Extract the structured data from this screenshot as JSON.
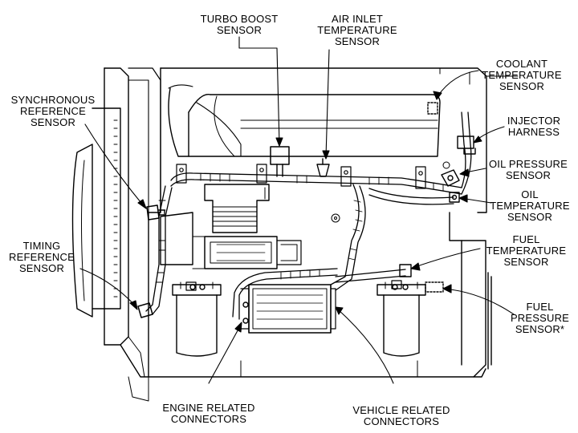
{
  "diagram": {
    "labels": {
      "turbo_boost": [
        "TURBO BOOST",
        "SENSOR"
      ],
      "air_inlet": [
        "AIR INLET",
        "TEMPERATURE",
        "SENSOR"
      ],
      "coolant": [
        "COOLANT",
        "TEMPERATURE",
        "SENSOR"
      ],
      "sync_ref": [
        "SYNCHRONOUS",
        "REFERENCE",
        "SENSOR"
      ],
      "injector": [
        "INJECTOR",
        "HARNESS"
      ],
      "oil_pressure": [
        "OIL PRESSURE",
        "SENSOR"
      ],
      "oil_temp": [
        "OIL",
        "TEMPERATURE",
        "SENSOR"
      ],
      "timing_ref": [
        "TIMING",
        "REFERENCE",
        "SENSOR"
      ],
      "fuel_temp": [
        "FUEL",
        "TEMPERATURE",
        "SENSOR"
      ],
      "fuel_pressure": [
        "FUEL",
        "PRESSURE",
        "SENSOR*"
      ],
      "engine_conn": [
        "ENGINE RELATED",
        "CONNECTORS"
      ],
      "vehicle_conn": [
        "VEHICLE RELATED",
        "CONNECTORS"
      ]
    },
    "colors": {
      "line": "#000000",
      "background": "#ffffff",
      "fill": "#ffffff"
    }
  }
}
